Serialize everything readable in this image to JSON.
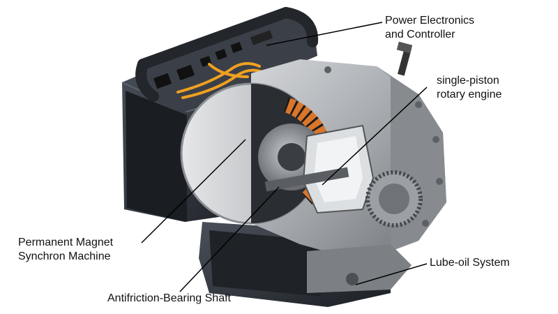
{
  "labels": {
    "power_electronics_line1": "Power Electronics",
    "power_electronics_line2": "and Controller",
    "rotary_engine_line1": "single-piston",
    "rotary_engine_line2": "rotary engine",
    "pmsm_line1": "Permanent Magnet",
    "pmsm_line2": "Synchron Machine",
    "lube_oil": "Lube-oil System",
    "bearing_shaft": "Antifriction-Bearing Shaft"
  },
  "colors": {
    "background": "#ffffff",
    "text": "#111111",
    "leader_line": "#000000",
    "housing_dark": "#2b2f36",
    "casting_gray": "#9a9ea3",
    "stator_copper": "#d9762b",
    "wiring_orange": "#f0a020",
    "connector_black": "#1a1a1a"
  }
}
